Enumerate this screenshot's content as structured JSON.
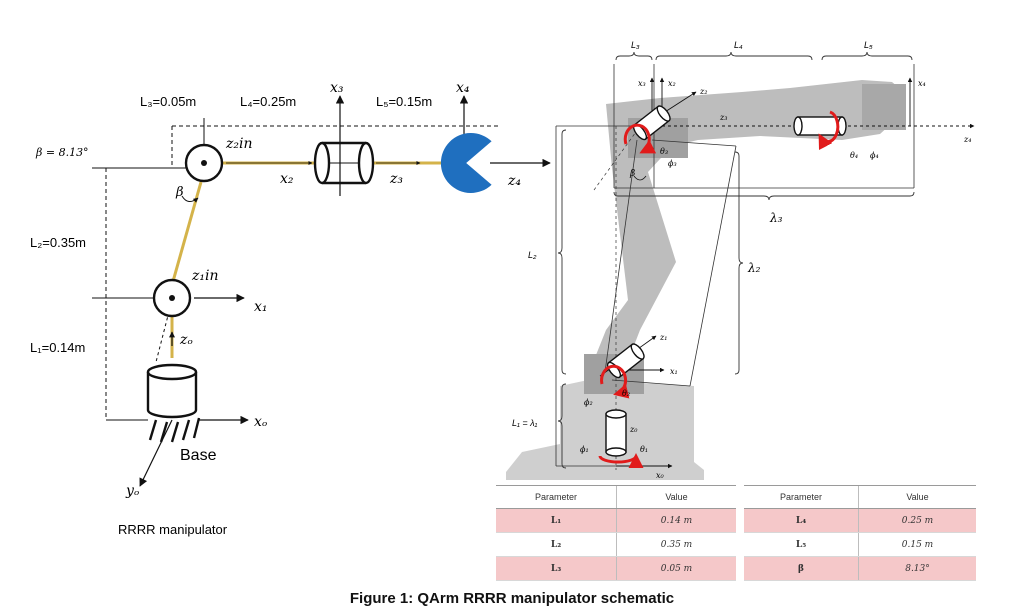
{
  "left_diagram": {
    "labels": {
      "L3": "L₃=0.05m",
      "L4": "L₄=0.25m",
      "L5": "L₅=0.15m",
      "L2": "L₂=0.35m",
      "L1": "L₁=0.14m",
      "beta_value": "β = 8.13°",
      "beta": "β",
      "x3": "x₃",
      "x4": "x₄",
      "z2in": "z₂in",
      "z1in": "z₁in",
      "x2": "x₂",
      "z3": "z₃",
      "z4": "z₄",
      "x1": "x₁",
      "zo": "zₒ",
      "xo": "xₒ",
      "yo": "yₒ",
      "base": "Base",
      "title": "RRRR manipulator"
    }
  },
  "right_diagram": {
    "labels": {
      "L3": "L₃",
      "L4": "L₄",
      "L5": "L₅",
      "L2": "L₂",
      "L1": "L₁ = λ₁",
      "lambda2": "λ₂",
      "lambda3": "λ₃",
      "x3": "x₃",
      "x2": "x₂",
      "z2": "z₂",
      "z3": "z₃",
      "x4": "x₄",
      "z4": "z₄",
      "theta3": "θ₃",
      "phi3": "ϕ₃",
      "theta4": "θ₄",
      "phi4": "ϕ₄",
      "beta": "β",
      "z1": "z₁",
      "x1": "x₁",
      "phi2": "ϕ₂",
      "theta2": "θ₂",
      "z0": "z₀",
      "phi1": "ϕ₁",
      "theta1": "θ₁",
      "x0": "x₀"
    }
  },
  "tables": {
    "header": {
      "param": "Parameter",
      "value": "Value"
    },
    "left": [
      {
        "param": "L₁",
        "value": "0.14 m"
      },
      {
        "param": "L₂",
        "value": "0.35 m"
      },
      {
        "param": "L₃",
        "value": "0.05 m"
      }
    ],
    "right": [
      {
        "param": "L₄",
        "value": "0.25 m"
      },
      {
        "param": "L₅",
        "value": "0.15 m"
      },
      {
        "param": "β",
        "value": "8.13°"
      }
    ]
  },
  "caption": "Figure 1: QArm RRRR manipulator schematic",
  "colors": {
    "link": "#d4b34a",
    "effector": "#1f6fbf",
    "rotation": "#e11b1b",
    "row_highlight": "#f5c8c9",
    "robot_shadow": "#b8b8b8"
  }
}
